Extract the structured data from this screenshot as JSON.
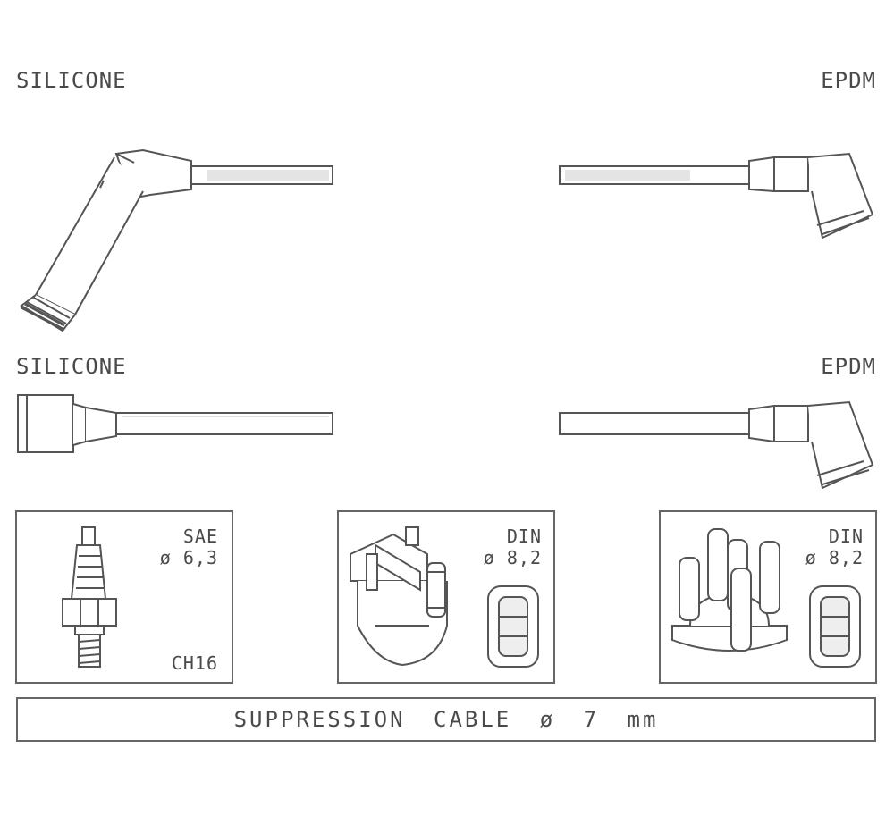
{
  "top_row": {
    "left_label": "SILICONE",
    "right_label": "EPDM"
  },
  "middle_row": {
    "left_label": "SILICONE",
    "right_label": "EPDM"
  },
  "panels": [
    {
      "standard": "SAE",
      "diameter": "ø 6,3",
      "code": "CH16"
    },
    {
      "standard": "DIN",
      "diameter": "ø 8,2"
    },
    {
      "standard": "DIN",
      "diameter": "ø 8,2"
    }
  ],
  "footer": {
    "cable_text": "SUPPRESSION CABLE ø 7 mm"
  }
}
